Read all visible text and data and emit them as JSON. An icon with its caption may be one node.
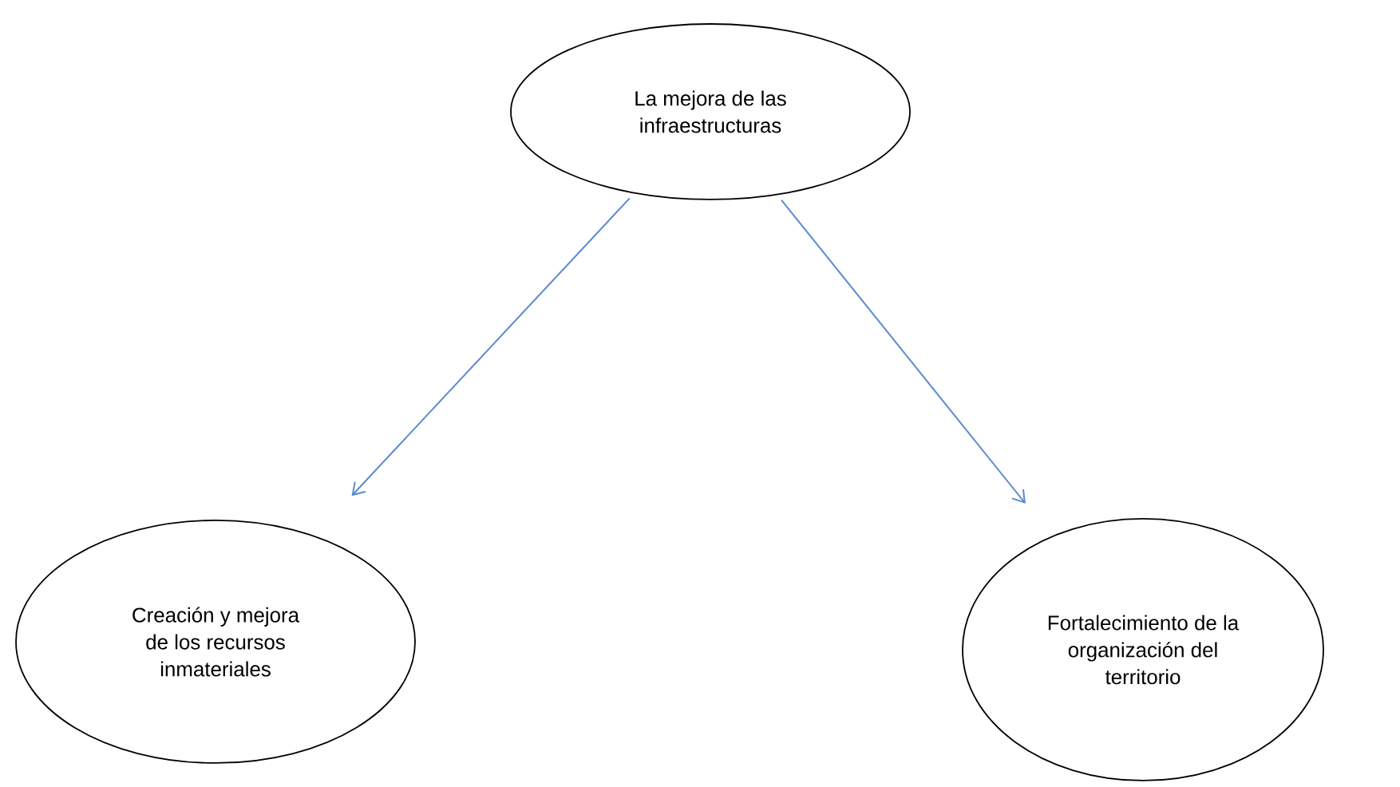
{
  "diagram": {
    "nodes": [
      {
        "text": [
          "La mejora de las infraestructuras"
        ]
      },
      {
        "text": [
          "Creación y mejora de los recursos inmateriales"
        ]
      },
      {
        "text": [
          "Fortalecimiento de la organización del territorio"
        ]
      }
    ],
    "edges": [
      {
        "from": 0,
        "to": 1,
        "arrow": "to"
      },
      {
        "from": 0,
        "to": 2,
        "arrow": "to"
      }
    ]
  }
}
